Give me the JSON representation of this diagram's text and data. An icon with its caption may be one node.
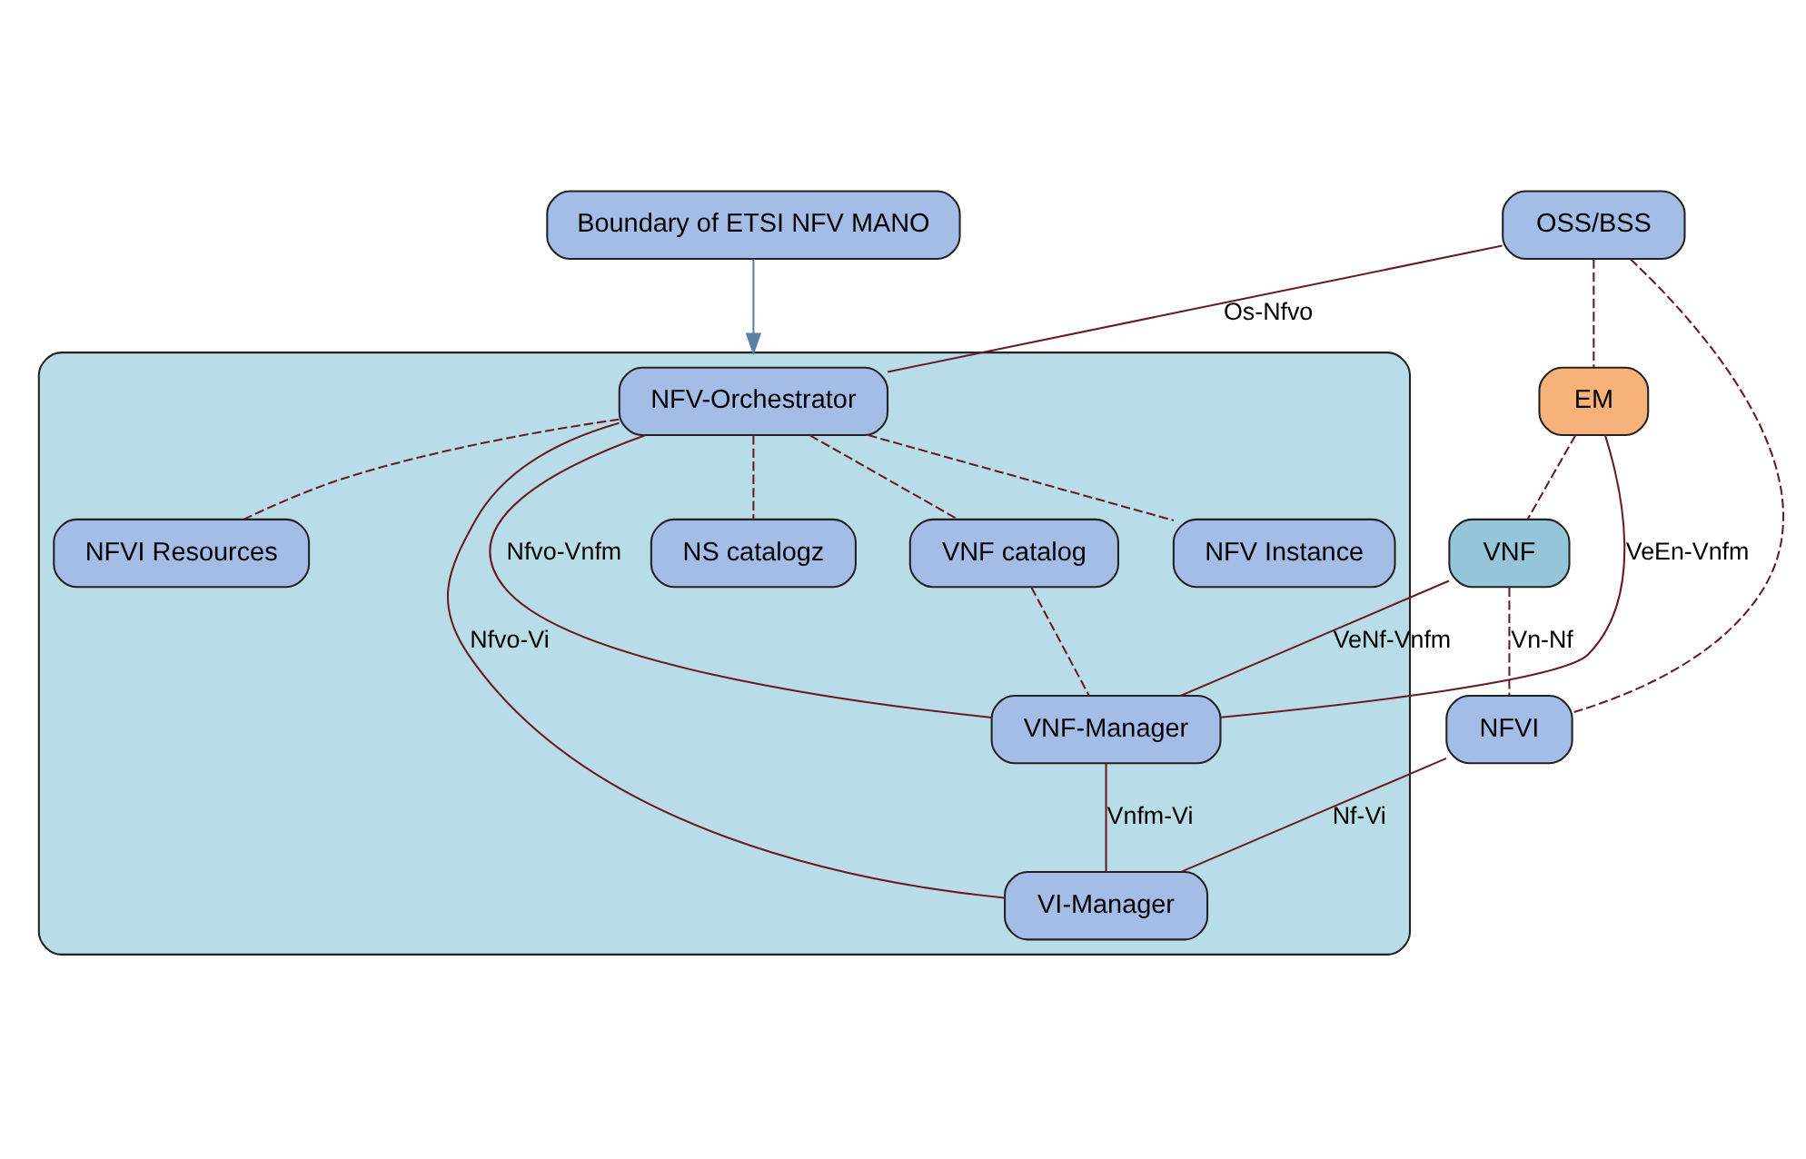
{
  "diagram": {
    "nodes": [
      {
        "text": [],
        "shape": "box"
      },
      {
        "text": [
          "OSS/BSS"
        ]
      },
      {
        "text": [
          "NFV-Orchestrator"
        ],
        "in": 0
      },
      {
        "text": [
          "NS catalogz"
        ],
        "in": 0
      },
      {
        "text": [
          "VNF catalog"
        ],
        "in": 0
      },
      {
        "text": [
          "NFV Instance"
        ],
        "in": 0
      },
      {
        "text": [
          "NFVI Resources"
        ],
        "in": 0
      },
      {
        "text": [
          "EM"
        ]
      },
      {
        "text": [
          "VNF-Manager"
        ],
        "in": 0
      },
      {
        "text": [
          "VNF"
        ]
      },
      {
        "text": [
          "NFVI"
        ]
      },
      {
        "text": [
          "VI-Manager"
        ],
        "in": 0
      },
      {
        "text": [
          "Boundary of ETSI NFV MANO"
        ]
      }
    ],
    "edges": [
      {
        "from": 1,
        "to": 2,
        "arrow": "none",
        "label": "Os-Nfvo"
      },
      {
        "from": 2,
        "to": 3,
        "arrow": "none",
        "style": "dashed"
      },
      {
        "from": 2,
        "to": 4,
        "arrow": "none",
        "style": "dashed"
      },
      {
        "from": 2,
        "to": 5,
        "arrow": "none",
        "style": "dashed"
      },
      {
        "from": 2,
        "to": 6,
        "arrow": "none",
        "style": "dashed"
      },
      {
        "from": 4,
        "to": 8,
        "arrow": "none",
        "style": "dashed"
      },
      {
        "from": 2,
        "to": 8,
        "arrow": "none",
        "label": "Nfvo-Vnfm"
      },
      {
        "from": 1,
        "to": 7,
        "arrow": "none",
        "style": "dashed"
      },
      {
        "from": 7,
        "to": 8,
        "arrow": "none",
        "label": "VeEn-Vnfm"
      },
      {
        "from": 9,
        "to": 8,
        "arrow": "none",
        "label": "VeNf-Vnfm"
      },
      {
        "from": 7,
        "to": 9,
        "arrow": "none",
        "style": "dashed"
      },
      {
        "from": 9,
        "to": 10,
        "arrow": "none",
        "style": "dashed",
        "label": "Vn-Nf"
      },
      {
        "from": 1,
        "to": 10,
        "arrow": "none",
        "style": "dashed"
      },
      {
        "from": 10,
        "to": 11,
        "arrow": "none",
        "label": "Nf-Vi"
      },
      {
        "from": 8,
        "to": 11,
        "arrow": "none",
        "label": "Vnfm-Vi"
      },
      {
        "from": 2,
        "to": 11,
        "arrow": "none",
        "label": "Nfvo-Vi"
      },
      {
        "from": 12,
        "to": 0,
        "arrow": "to",
        "color": "#5b7fa6"
      }
    ]
  }
}
